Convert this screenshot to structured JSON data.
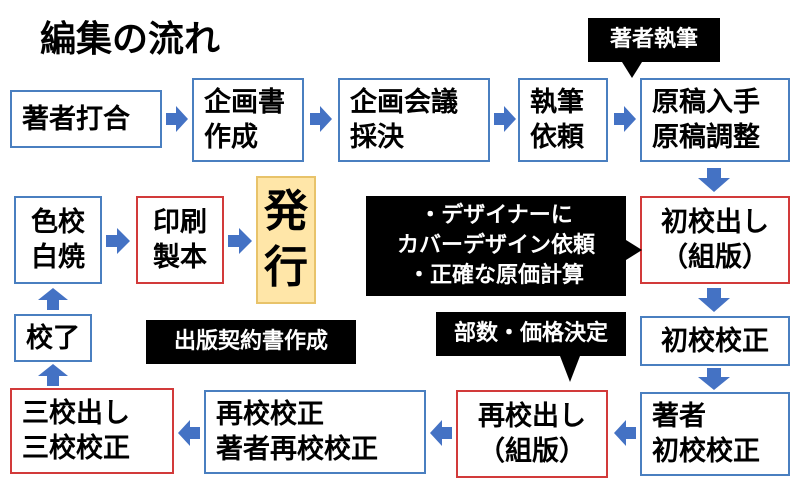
{
  "title": "編集の流れ",
  "steps": {
    "author_meeting": "著者打合",
    "plan_doc": "企画書\n作成",
    "plan_meeting": "企画会議\n採決",
    "writing_request": "執筆\n依頼",
    "manuscript": "原稿入手\n原稿調整",
    "first_proof_out": "初校出し\n（組版）",
    "first_proof": "初校校正",
    "author_first_proof": "著者\n初校校正",
    "second_proof_out": "再校出し\n（組版）",
    "second_proof": "再校校正\n著者再校校正",
    "third_proof": "三校出し\n三校校正",
    "proof_done": "校了",
    "color_proof": "色校\n白焼",
    "printing": "印刷\n製本",
    "publication": "発\n行"
  },
  "callouts": {
    "author_writing": "著者執筆",
    "designer": "・デザイナーに\nカバーデザイン依頼\n・正確な原価計算",
    "copies_price": "部数・価格決定",
    "contract": "出版契約書作成"
  },
  "colors": {
    "box_border_blue": "#4a7fc0",
    "box_border_red": "#d23a3a",
    "arrow_blue": "#4472c4",
    "publish_fill": "#ffe6a8",
    "callout_fill": "#000000"
  }
}
